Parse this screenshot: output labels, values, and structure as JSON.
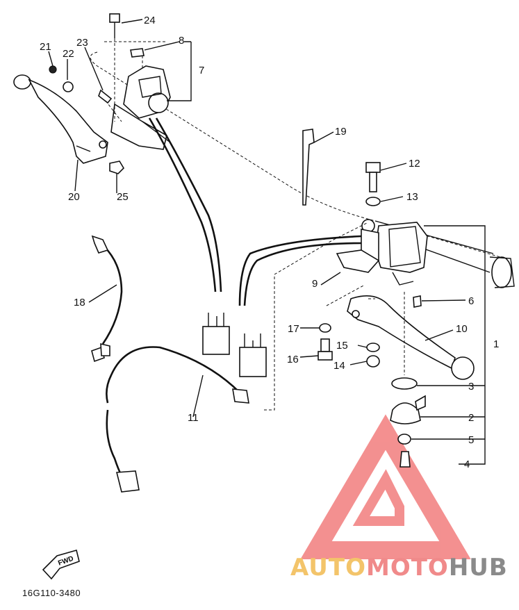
{
  "callouts": {
    "c1": "1",
    "c2": "2",
    "c3": "3",
    "c4": "4",
    "c5": "5",
    "c6": "6",
    "c7": "7",
    "c8": "8",
    "c9": "9",
    "c10": "10",
    "c11": "11",
    "c12": "12",
    "c13": "13",
    "c14": "14",
    "c15": "15",
    "c16": "16",
    "c17": "17",
    "c18": "18",
    "c19": "19",
    "c20": "20",
    "c21": "21",
    "c22": "22",
    "c23": "23",
    "c24": "24",
    "c25": "25"
  },
  "fwd_label": "FWD",
  "part_code": "16G110-3480",
  "watermark": {
    "part1": "AUTO",
    "part2": "MOTO",
    "part3": "HUB",
    "colors": {
      "auto": "#f3c46a",
      "moto": "#f08a8a",
      "hub": "#8a8a8a",
      "logo": "#f06b6b"
    }
  }
}
